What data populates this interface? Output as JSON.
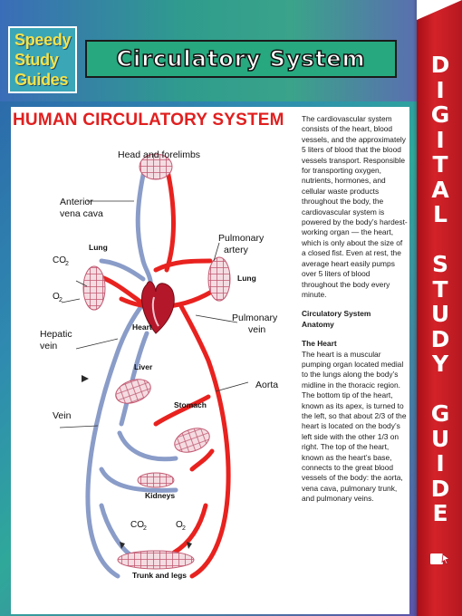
{
  "brand": {
    "line1": "Speedy",
    "line2": "Study",
    "line3": "Guides"
  },
  "cover_title": "Circulatory System",
  "diagram": {
    "title": "HUMAN CIRCULATORY SYSTEM",
    "labels": {
      "head": "Head and forelimbs",
      "anterior1": "Anterior",
      "anterior2": "vena cava",
      "lung_left": "Lung",
      "co2_left": "CO",
      "co2_left_sub": "2",
      "o2_left": "O",
      "o2_left_sub": "2",
      "pulm_artery1": "Pulmonary",
      "pulm_artery2": "artery",
      "lung_right": "Lung",
      "pulm_vein1": "Pulmonary",
      "pulm_vein2": "vein",
      "hepatic1": "Hepatic",
      "hepatic2": "vein",
      "heart": "Heart",
      "liver": "Liver",
      "aorta": "Aorta",
      "stomach": "Stomach",
      "vein": "Vein",
      "kidneys": "Kidneys",
      "co2_bottom": "CO",
      "co2_bottom_sub": "2",
      "o2_bottom": "O",
      "o2_bottom_sub": "2",
      "trunk": "Trunk and legs"
    }
  },
  "body_text": {
    "intro": "The cardiovascular system consists of the heart, blood vessels, and the approximately 5 liters of blood that the blood vessels transport. Responsible for transporting oxygen, nutrients, hormones, and cellular waste products throughout the body, the cardiovascular system is powered by the body’s hardest-working organ — the heart, which is only about the size of a closed fist. Even at rest, the average heart easily pumps over 5 liters of blood throughout the body every minute.",
    "section_heading_1": "Circulatory System",
    "section_heading_2": "Anatomy",
    "subheading": "The Heart",
    "heart_text": "The heart is a muscular pumping organ located medial to the lungs along the body’s midline in the thoracic region. The bottom tip of the heart, known as its apex, is turned to the left, so that about 2/3 of the heart is located on the body’s left side with the other 1/3 on right. The top of the heart, known as the heart’s base, connects to the great blood vessels of the body: the aorta, vena cava, pulmonary trunk, and pulmonary veins."
  },
  "spine": {
    "letters": [
      "D",
      "I",
      "G",
      "I",
      "T",
      "A",
      "L",
      " ",
      "S",
      "T",
      "U",
      "D",
      "Y",
      " ",
      "G",
      "U",
      "I",
      "D",
      "E"
    ]
  },
  "icon": "tablet-cursor-icon",
  "colors": {
    "artery_red": "#e8221f",
    "vein_blue": "#8a9cc8",
    "title_red": "#e11f1f",
    "spine_red": "#c81d24",
    "brand_yellow": "#f4e24a"
  }
}
